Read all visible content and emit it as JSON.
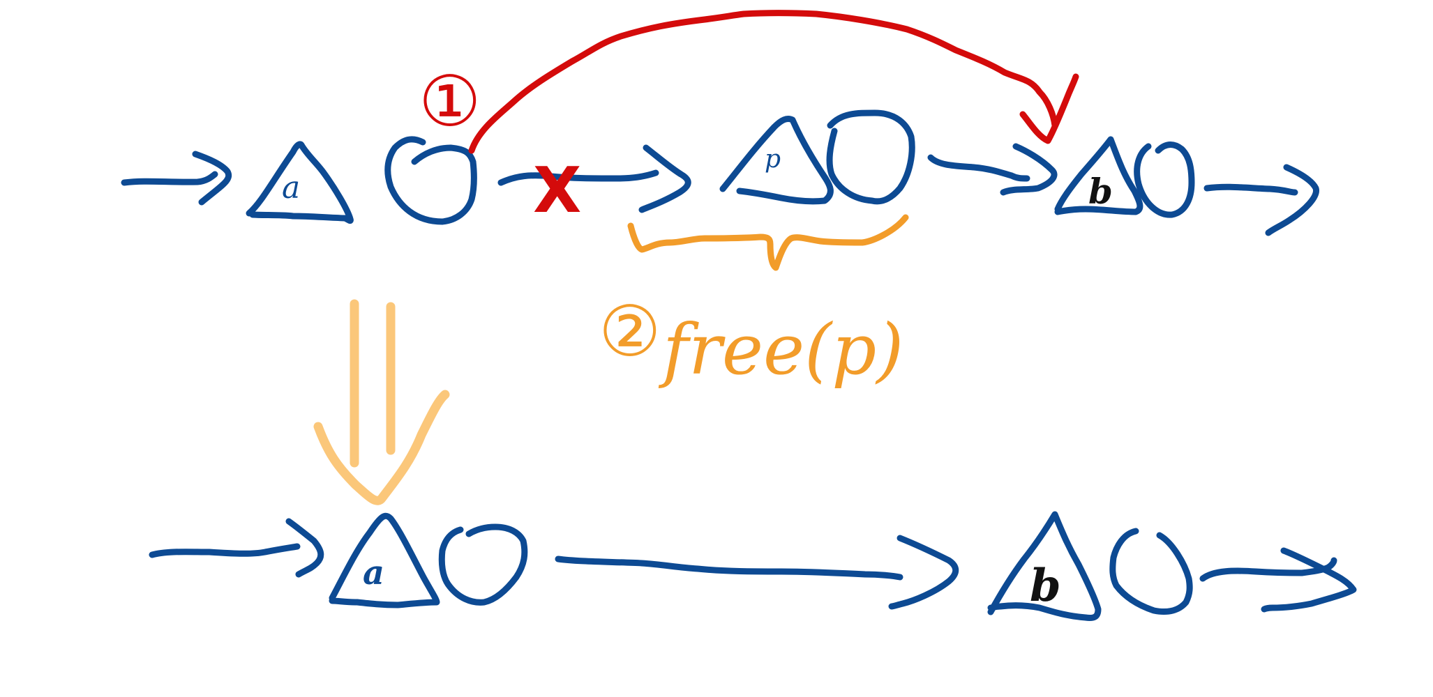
{
  "colors": {
    "pointer_ink": "#0d4a93",
    "step1_ink": "#d40b0b",
    "step2_ink": "#f29c2a",
    "transition_arrow": "#fbc473",
    "node_label_ink": "#111111"
  },
  "before": {
    "nodes": [
      {
        "label": "a"
      },
      {
        "label": "p"
      },
      {
        "label": "b"
      }
    ]
  },
  "annotations": {
    "step1_marker": "①",
    "cut_mark": "X",
    "step2_marker": "②",
    "step2_text": "free(p)"
  },
  "after": {
    "nodes": [
      {
        "label": "a"
      },
      {
        "label": "b"
      }
    ]
  }
}
